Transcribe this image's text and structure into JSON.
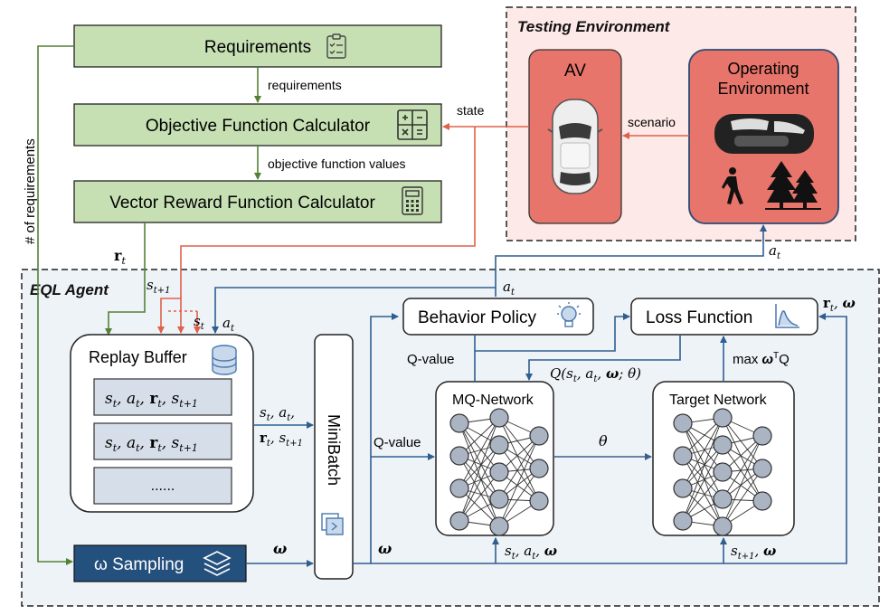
{
  "top": {
    "requirements": "Requirements",
    "requirements_edge": "requirements",
    "objective_calc": "Objective Function Calculator",
    "objective_edge": "objective function values",
    "vector_reward_calc": "Vector Reward Function Calculator",
    "num_requirements": "# of requirements",
    "state_edge": "state"
  },
  "testing": {
    "title": "Testing Environment",
    "av": "AV",
    "scenario": "scenario",
    "operating_line1": "Operating",
    "operating_line2": "Environment"
  },
  "agent": {
    "title": "EQL Agent",
    "replay_buffer": "Replay Buffer",
    "buffer_rows": [
      "s_t, a_t, r_t, s_{t+1}",
      "s_t, a_t, r_t, s_{t+1}",
      "......"
    ],
    "minibatch": "MiniBatch",
    "behavior_policy": "Behavior Policy",
    "loss_function": "Loss Function",
    "mq_network": "MQ-Network",
    "target_network": "Target Network",
    "q_value_top": "Q-value",
    "q_value_left": "Q-value",
    "q_formula": "Q(s_t, a_t, ω; θ)",
    "max_label": "max ωᵀQ",
    "theta": "θ",
    "omega_sampling": "ω Sampling"
  },
  "colors": {
    "green_fill": "#c6e0b4",
    "green_line": "#538135",
    "red_line": "#e0604a",
    "blue_line": "#2f5f8f",
    "env_fill": "#fde9e7",
    "agent_fill": "#eef3f8",
    "salmon_box": "#e8756b",
    "node_fill": "#aab4c2",
    "buffer_row_fill": "#d6dfe9",
    "sampling_fill": "#24507e"
  }
}
